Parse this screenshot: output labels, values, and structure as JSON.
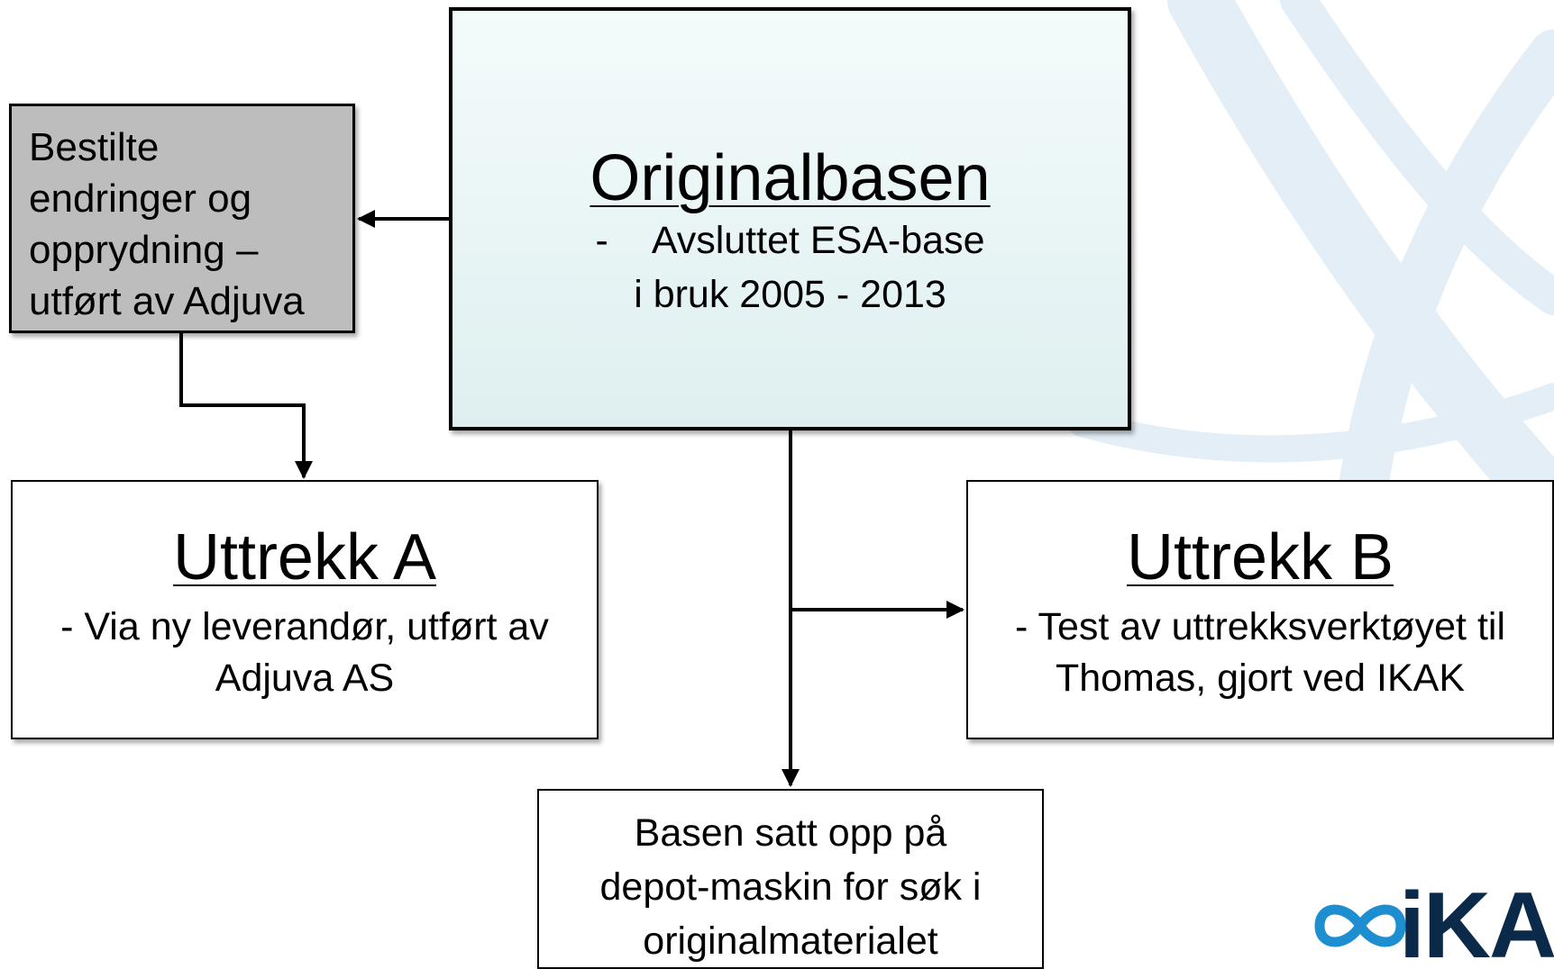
{
  "colors": {
    "original_box_fill": "#e6f3f3",
    "adjuva_box_fill": "#bdbdbd",
    "logo_blue": "#1d8fd0",
    "logo_navy": "#0b2a4a",
    "background_swoosh": "#e3eef6"
  },
  "original": {
    "title": "Originalbasen",
    "line1_dash": "-",
    "line1": "Avsluttet ESA-base",
    "line2": "i bruk 2005 - 2013"
  },
  "adjuva_box": {
    "lines": [
      "Bestilte",
      "endringer og",
      "opprydning –",
      "utført av Adjuva"
    ]
  },
  "uttrekk_a": {
    "title": "Uttrekk A",
    "line1": "- Via ny leverandør, utført av",
    "line2": "Adjuva AS"
  },
  "uttrekk_b": {
    "title": "Uttrekk B",
    "line1": "- Test av uttrekksverktøyet til",
    "line2": "Thomas, gjort ved IKAK"
  },
  "depot": {
    "lines": [
      "Basen satt opp på",
      "depot-maskin for søk i",
      "originalmaterialet"
    ]
  },
  "logo": {
    "text": "iKA",
    "icon": "infinity-icon"
  }
}
